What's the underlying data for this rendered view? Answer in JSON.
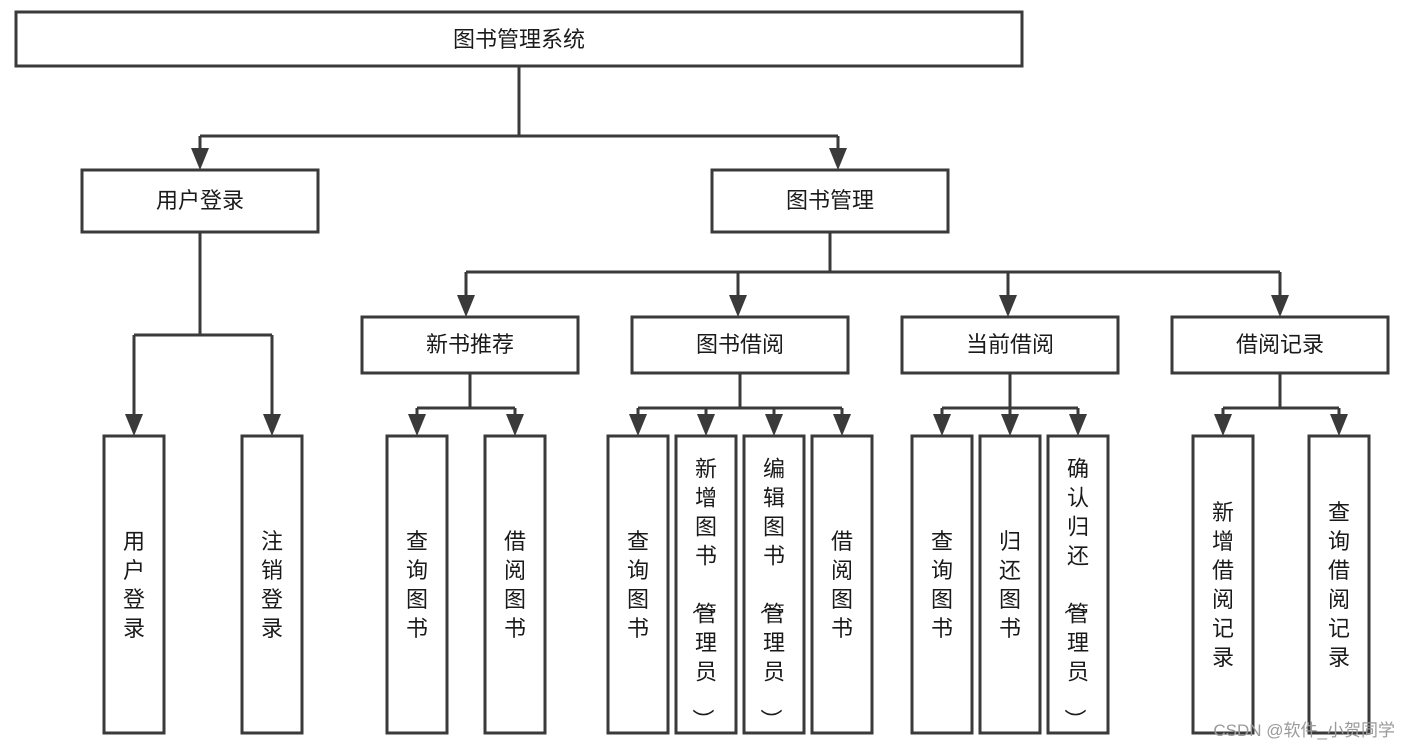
{
  "diagram": {
    "title": "图书管理系统",
    "watermark": "CSDN @软件_小贺同学",
    "colors": {
      "stroke": "#3a3a3a",
      "fill": "#ffffff",
      "text": "#1a1a1a",
      "watermark": "#9a9a9a",
      "background": "#ffffff"
    },
    "levels": {
      "root": {
        "label": "图书管理系统"
      },
      "level2": [
        {
          "label": "用户登录"
        },
        {
          "label": "图书管理"
        }
      ],
      "level3": [
        {
          "label": "新书推荐"
        },
        {
          "label": "图书借阅"
        },
        {
          "label": "当前借阅"
        },
        {
          "label": "借阅记录"
        }
      ],
      "leaves": {
        "user_login": [
          {
            "label": "用户登录"
          },
          {
            "label": "注销登录"
          }
        ],
        "new_book_recommend": [
          {
            "label": "查询图书"
          },
          {
            "label": "借阅图书"
          }
        ],
        "book_borrow": [
          {
            "label": "查询图书"
          },
          {
            "label": "新增图书（管理员）"
          },
          {
            "label": "编辑图书（管理员）"
          },
          {
            "label": "借阅图书"
          }
        ],
        "current_borrow": [
          {
            "label": "查询图书"
          },
          {
            "label": "归还图书"
          },
          {
            "label": "确认归还（管理员）"
          }
        ],
        "borrow_record": [
          {
            "label": "新增借阅记录"
          },
          {
            "label": "查询借阅记录"
          }
        ]
      }
    }
  }
}
